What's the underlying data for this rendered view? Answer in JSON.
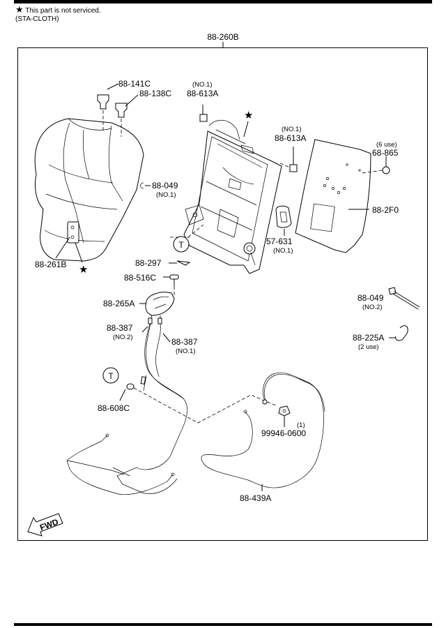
{
  "header": {
    "note": "This part is not serviced.",
    "note_symbol": "★",
    "material": "(STA-CLOTH)"
  },
  "diagram": {
    "assembly_label": "88-260B",
    "parts": {
      "p141c": "88-141C",
      "p138c": "88-138C",
      "p613a_top": "88-613A",
      "p613a_top_sub": "(NO.1)",
      "p613a_mid": "88-613A",
      "p613a_mid_sub": "(NO.1)",
      "p865": "68-865",
      "p865_sub": "(6 use)",
      "p049_a": "88-049",
      "p049_a_sub": "(NO.1)",
      "p2f0": "88-2F0",
      "p631": "57-631",
      "p631_sub": "(NO.1)",
      "p261b": "88-261B",
      "p297": "88-297",
      "p516c": "88-516C",
      "p265a": "88-265A",
      "p387_a": "88-387",
      "p387_a_sub": "(NO.2)",
      "p387_b": "88-387",
      "p387_b_sub": "(NO.1)",
      "p049_b": "88-049",
      "p049_b_sub": "(NO.2)",
      "p225a": "88-225A",
      "p225a_sub": "(2 use)",
      "p608c": "88-608C",
      "p99946": "99946-0600",
      "p99946_sub": "(1)",
      "p439a": "88-439A"
    },
    "t_marker": "T",
    "fwd_label": "FWD"
  }
}
